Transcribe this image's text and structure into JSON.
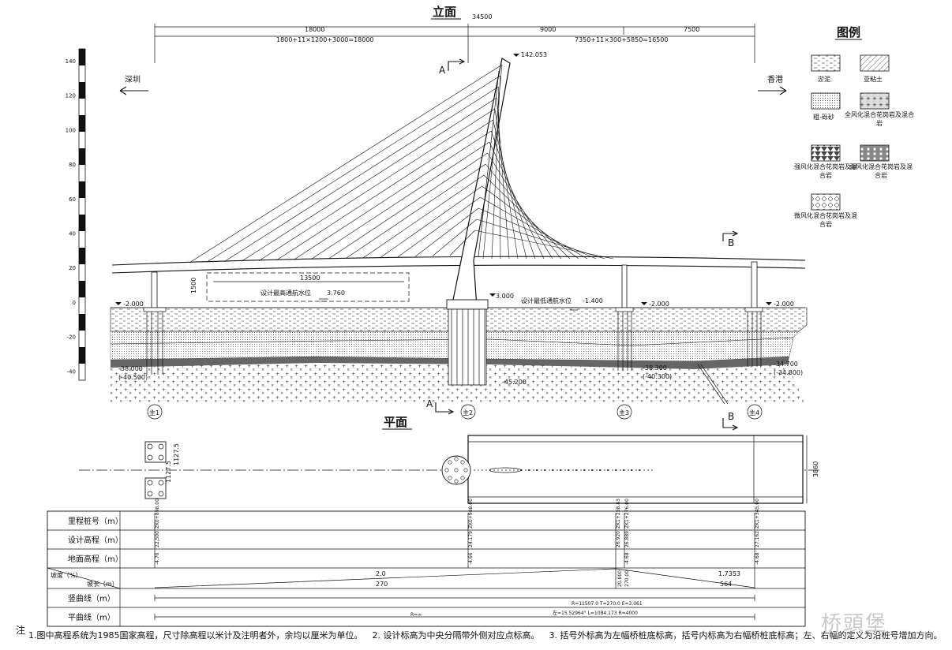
{
  "titles": {
    "elevation": "立面",
    "plan": "平面",
    "legend": "图例"
  },
  "dimensions": {
    "overall": "34500",
    "left_span": "18000",
    "left_span_detail": "1800+11×1200+3000=18000",
    "mid_span": "9000",
    "right_span": "7500",
    "right_span_detail": "7350+11×300+5850=16500",
    "plan_width": "3860",
    "pile_spacing_a": "1127.5",
    "pile_spacing_b": "1127.5"
  },
  "directions": {
    "left": "深圳",
    "right": "香港"
  },
  "section_marks": {
    "a": "A",
    "b": "B"
  },
  "elevation_scale": [
    "140",
    "120",
    "100",
    "80",
    "60",
    "40",
    "20",
    "0",
    "-20",
    "-40"
  ],
  "levels": {
    "tower_top": "142.053",
    "design_high_water_label": "设计最高通航水位",
    "design_high_water": "3.760",
    "design_low_water_label": "设计最低通航水位",
    "design_low_water": "-1.400",
    "clearance_width": "13500",
    "clearance_height": "1500",
    "ground_left": "-2.000",
    "ground_tower": "3.000",
    "ground_p3": "-2.000",
    "ground_right": "-2.000",
    "pile_tip_left": "-38.000",
    "pile_tip_left_alt": "(-40.500)",
    "pile_tip_tower": "-45.200",
    "pile_tip_p3": "-38.300",
    "pile_tip_p3_alt": "(-40.300)",
    "pile_tip_right": "-34.700",
    "pile_tip_right_alt": "(-34.800)"
  },
  "piers": [
    "主1",
    "主2",
    "主3",
    "主4"
  ],
  "legend_items": [
    "淤泥",
    "亚粘土",
    "粗-砾砂",
    "全风化混合花岗岩及混合岩",
    "强风化混合花岗岩及混合岩",
    "弱风化混合花岗岩及混合岩",
    "微风化混合花岗岩及混合岩"
  ],
  "table": {
    "rows": [
      "里程桩号（m）",
      "设计高程（m）",
      "地面高程（m）",
      "坡度（%）",
      "坡长（m）",
      "竖曲线（m）",
      "平曲线（m）"
    ],
    "stations": [
      "ZK0+898.00",
      "ZK0+988.00",
      "ZK1+258.83",
      "ZK1+276.00",
      "ZK1+345.00"
    ],
    "design_elev": [
      "22.500",
      "24.179",
      "26.920",
      "26.889",
      "27.162"
    ],
    "ground_elev": [
      "-4.70",
      "-4.66",
      "-4.68",
      "-4.68"
    ],
    "grades": [
      {
        "grade": "2.0",
        "length": "270"
      },
      {
        "grade": "20.000",
        "length": "270.00"
      },
      {
        "grade": "1.7353",
        "length": "564"
      }
    ],
    "vertical_curve": "R=11507.0  T=270.0  E=3.061",
    "horizontal_left": "R=∞",
    "horizontal_right": "左=15.52964°  L=1084.173  R=4000"
  },
  "notes": {
    "label": "注",
    "items": [
      "1.图中高程系统为1985国家高程，尺寸除高程以米计及注明者外，余均以厘米为单位。",
      "2. 设计标高为中央分隔带外侧对应点标高。",
      "3. 括号外标高为左幅桥桩底标高，括号内标高为右幅桥桩底标高；左、右幅的定义为沿桩号增加方向。"
    ]
  },
  "watermark": "桥頭堡"
}
